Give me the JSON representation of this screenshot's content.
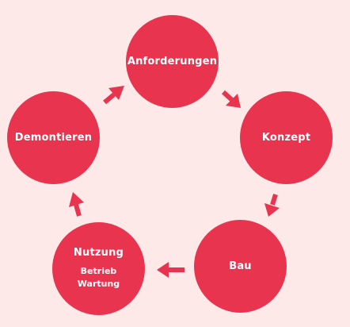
{
  "colors": {
    "background": "#fde9e8",
    "node_fill": "#e8344e",
    "arrow": "#e8344e",
    "text": "#ffffff"
  },
  "diagram": {
    "nodes": {
      "anforderungen": {
        "label": "Anforderungen"
      },
      "konzept": {
        "label": "Konzept"
      },
      "bau": {
        "label": "Bau"
      },
      "nutzung": {
        "label": "Nutzung",
        "sublabels": [
          "Betrieb",
          "Wartung"
        ]
      },
      "demontieren": {
        "label": "Demontieren"
      }
    },
    "edges": [
      {
        "from": "anforderungen",
        "to": "konzept"
      },
      {
        "from": "konzept",
        "to": "bau"
      },
      {
        "from": "bau",
        "to": "nutzung"
      },
      {
        "from": "nutzung",
        "to": "demontieren"
      },
      {
        "from": "demontieren",
        "to": "anforderungen"
      }
    ]
  }
}
